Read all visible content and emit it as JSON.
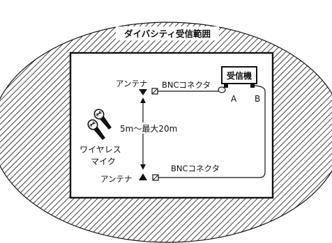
{
  "diagram": {
    "range_label": "ダイバシティ受信範囲",
    "receiver_label": "受信機",
    "port_a": "A",
    "port_b": "B",
    "antenna_top_label": "アンテナ",
    "antenna_bottom_label": "アンテナ",
    "bnc_top_label": "BNCコネクタ",
    "bnc_bottom_label": "BNCコネクタ",
    "distance_label": "5m～最大20m",
    "mic_label_line1": "ワイヤレス",
    "mic_label_line2": "マイク"
  },
  "colors": {
    "ink": "#111111",
    "paper": "#ffffff"
  }
}
